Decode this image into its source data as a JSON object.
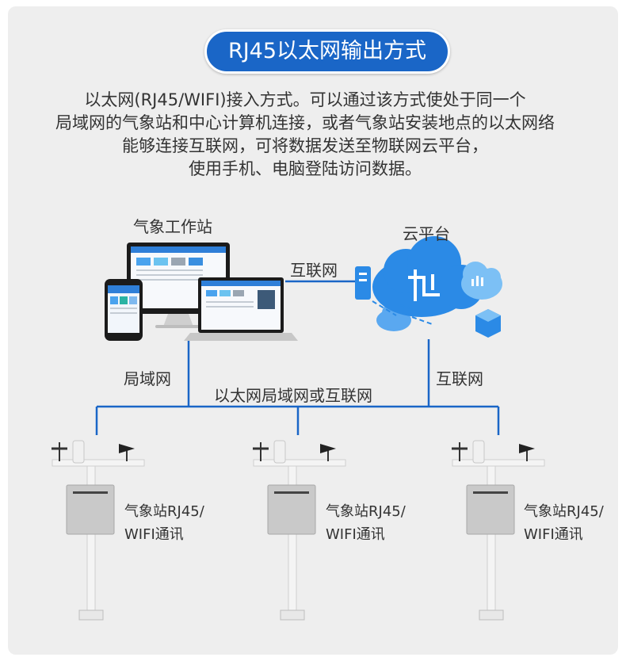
{
  "title": "RJ45以太网输出方式",
  "intro_lines": [
    "以太网(RJ45/WIFI)接入方式。可以通过该方式使处于同一个",
    "局域网的气象站和中心计算机连接，或者气象站安装地点的以太网络",
    "能够连接互联网，可将数据发送至物联网云平台，",
    "使用手机、电脑登陆访问数据。"
  ],
  "workstation_label": "气象工作站",
  "cloud_label": "云平台",
  "internet_top_label": "互联网",
  "lan_label": "局域网",
  "internet_right_label": "互联网",
  "bus_label": "以太网局域网或互联网",
  "stations": [
    {
      "line1": "气象站RJ45/",
      "line2": "WIFI通讯"
    },
    {
      "line1": "气象站RJ45/",
      "line2": "WIFI通讯"
    },
    {
      "line1": "气象站RJ45/",
      "line2": "WIFI通讯"
    }
  ],
  "colors": {
    "accent": "#1a66c7",
    "line": "#1a66c7",
    "cloud": "#2b8ae6",
    "cloud_light": "#6bb6f5",
    "cabinet": "#c9c9c9",
    "pole": "#f2f2f2"
  },
  "icons": [
    "monitor-icon",
    "phone-icon",
    "laptop-icon",
    "cloud-icon",
    "sensor-station-icon"
  ]
}
